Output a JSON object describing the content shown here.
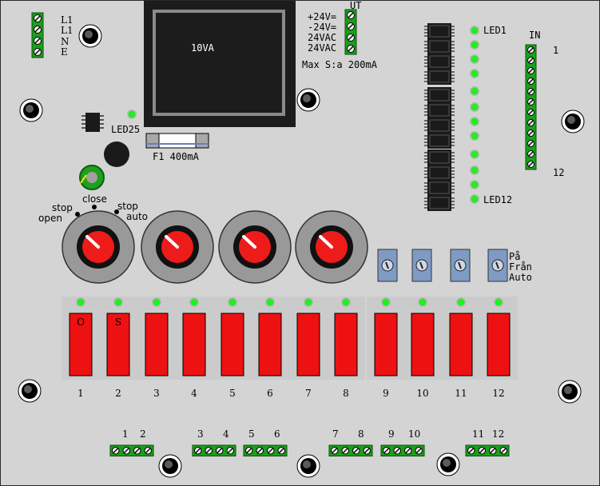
{
  "board": {
    "power_terminal_labels": [
      "L1",
      "L1",
      "N",
      "E"
    ],
    "transformer_label": "10VA",
    "out_terminal": {
      "title": "UT",
      "labels": [
        "+24V=",
        "-24V=",
        "24VAC",
        "24VAC"
      ],
      "max_note": "Max S:a 200mA"
    },
    "fuse_label": "F1 400mA",
    "led25_label": "LED25",
    "led_first_label": "LED1",
    "led_last_label": "LED12",
    "input_terminal": {
      "title": "IN",
      "first": "1",
      "last": "12"
    },
    "knob_positions": [
      "open",
      "stop",
      "close",
      "stop",
      "auto"
    ],
    "switch_labels": [
      "På",
      "Från",
      "Auto"
    ],
    "relays": [
      {
        "number": "1",
        "mark": "O"
      },
      {
        "number": "2",
        "mark": "S"
      },
      {
        "number": "3",
        "mark": ""
      },
      {
        "number": "4",
        "mark": ""
      },
      {
        "number": "5",
        "mark": ""
      },
      {
        "number": "6",
        "mark": ""
      },
      {
        "number": "7",
        "mark": ""
      },
      {
        "number": "8",
        "mark": ""
      },
      {
        "number": "9",
        "mark": ""
      },
      {
        "number": "10",
        "mark": ""
      },
      {
        "number": "11",
        "mark": ""
      },
      {
        "number": "12",
        "mark": ""
      }
    ],
    "bottom_terminals": [
      {
        "labels": [
          "1",
          "2"
        ]
      },
      {
        "labels": [
          "3",
          "4"
        ]
      },
      {
        "labels": [
          "5",
          "6"
        ]
      },
      {
        "labels": [
          "7",
          "8"
        ]
      },
      {
        "labels": [
          "9",
          "10"
        ]
      },
      {
        "labels": [
          "11",
          "12"
        ]
      }
    ]
  },
  "colors": {
    "board": "#d4d4d4",
    "terminal_green": "#1aa01a",
    "led_green": "#22ee22",
    "relay_red": "#ee1111",
    "knob_red": "#ee1b1b",
    "switch_blue": "#7f9bc4"
  }
}
